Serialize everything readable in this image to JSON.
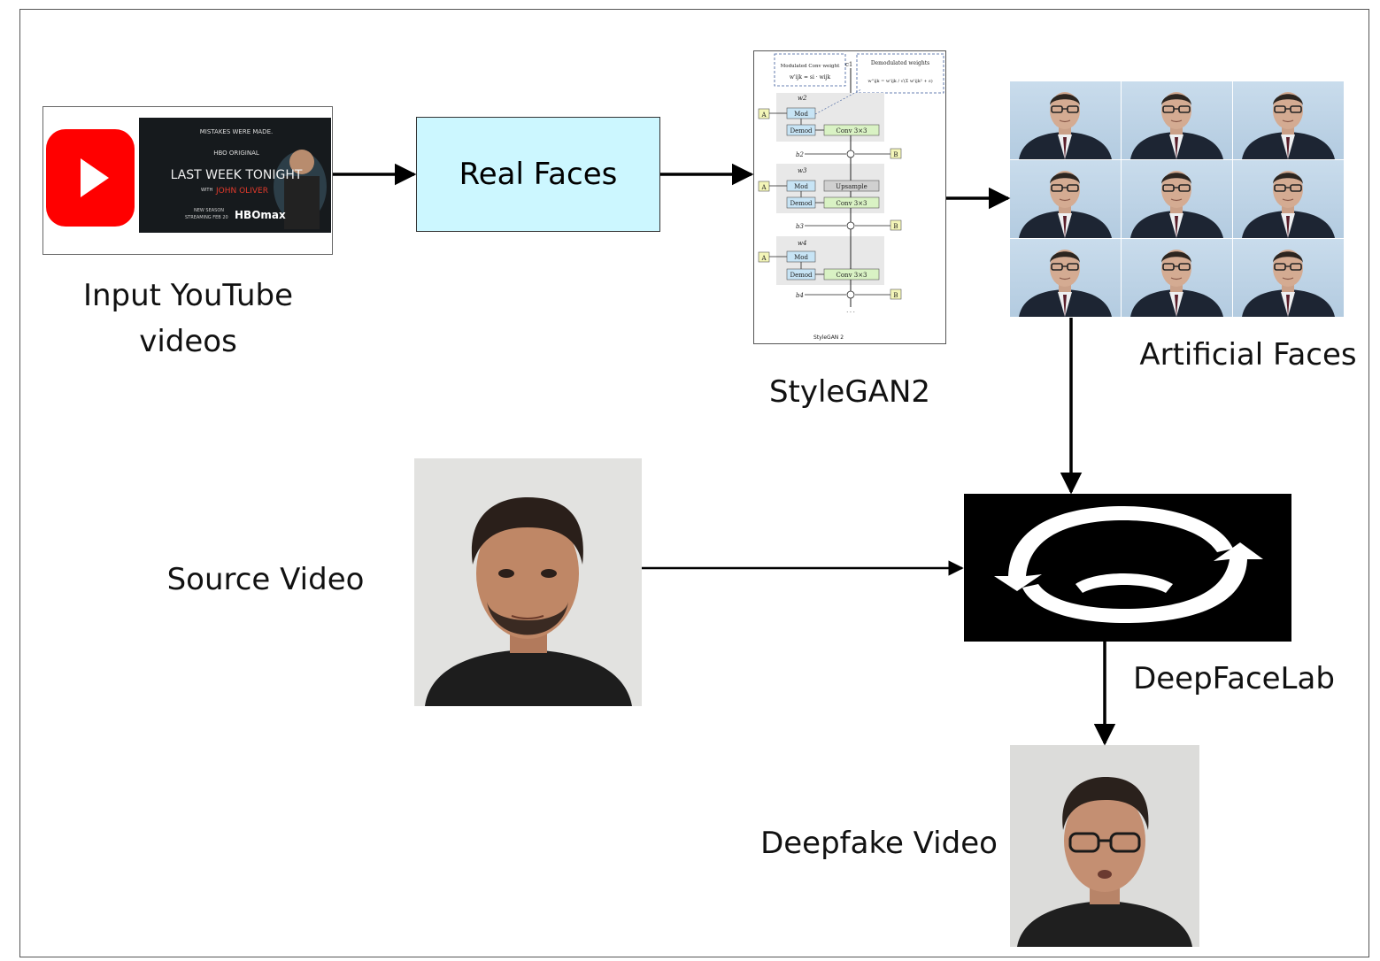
{
  "diagram": {
    "input_label_line1": "Input YouTube",
    "input_label_line2": "videos",
    "real_faces_label": "Real Faces",
    "stylegan_label": "StyleGAN2",
    "artificial_faces_label": "Artificial Faces",
    "source_video_label": "Source Video",
    "deepfacelab_label": "DeepFaceLab",
    "deepfake_video_label": "Deepfake Video"
  },
  "banner": {
    "line1": "MISTAKES WERE MADE.",
    "line2": "HBO ORIGINAL",
    "title": "LAST WEEK TONIGHT",
    "with": "WITH",
    "host": "JOHN OLIVER",
    "line5": "NEW SEASON",
    "line6": "STREAMING FEB 20",
    "brand": "HBOmax"
  },
  "stylegan_detail": {
    "mod_conv_title": "Modulated Conv weight",
    "mod_conv_formula": "w'ijk = si · wijk",
    "demod_title": "Demodulated weights",
    "demod_formula": "w''ijk = w'ijk / √(Σ w'ijk² + ε)",
    "c1": "c1",
    "w2": "w2",
    "w3": "w3",
    "w4": "w4",
    "b2": "b2",
    "b3": "b3",
    "b4": "b4",
    "mod": "Mod",
    "demod": "Demod",
    "conv": "Conv 3×3",
    "upsample": "Upsample",
    "a": "A",
    "b": "B",
    "ellipsis": "· · ·",
    "caption": "StyleGAN 2"
  },
  "colors": {
    "real_faces_fill": "#ccf7ff",
    "youtube_red": "#ff0000",
    "block_gray": "#e8e8e8",
    "mod_blue": "#c7e4f5",
    "conv_green": "#d9f2c4",
    "input_yellow": "#f3f5b8"
  }
}
